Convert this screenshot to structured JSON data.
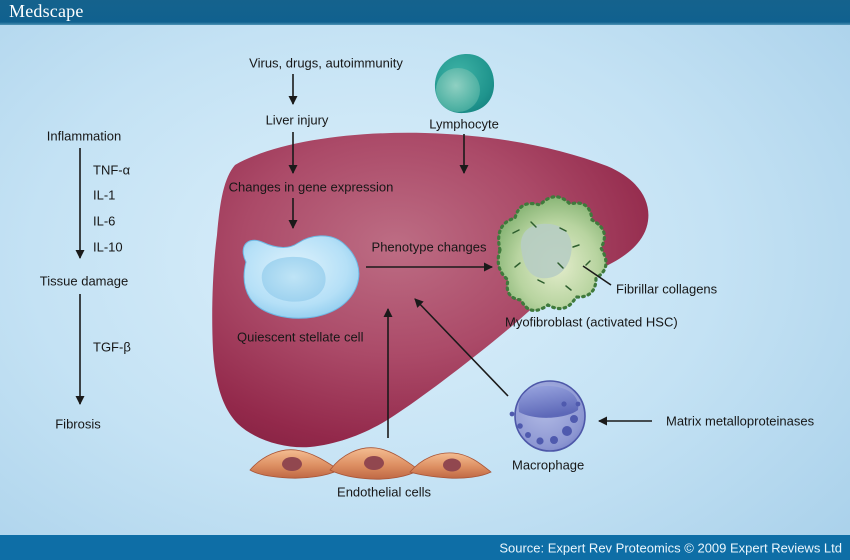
{
  "header": {
    "logo": "Medscape"
  },
  "footer": {
    "source": "Source: Expert Rev Proteomics © 2009 Expert Reviews Ltd"
  },
  "pathway": {
    "inflammation": "Inflammation",
    "mediators": [
      "TNF-α",
      "IL-1",
      "IL-6",
      "IL-10"
    ],
    "tissue_damage": "Tissue damage",
    "tgf_beta": "TGF-β",
    "fibrosis": "Fibrosis"
  },
  "diagram": {
    "trigger": "Virus, drugs, autoimmunity",
    "liver_injury": "Liver injury",
    "gene_expression": "Changes in gene expression",
    "lymphocyte": "Lymphocyte",
    "phenotype_changes": "Phenotype changes",
    "fibrillar_collagens": "Fibrillar collagens",
    "myofibroblast": "Myofibroblast (activated HSC)",
    "quiescent_stellate_cell": "Quiescent stellate cell",
    "macrophage": "Macrophage",
    "matrix_metalloproteinases": "Matrix metalloproteinases",
    "endothelial_cells": "Endothelial cells"
  },
  "colors": {
    "header_bg": "#10618f",
    "footer_bg": "#0e6ea6",
    "background_light": "#dcf0fb",
    "background_dark": "#96c4e3",
    "liver": "#a13c5a",
    "lymphocyte": "#1f948d",
    "stellate_cell": "#9bd4f2",
    "myofibroblast": "#7cb06a",
    "macrophage": "#8d97d2",
    "endothelial": "#d98a5f",
    "arrow": "#1a1a1a",
    "label_text": "#171717"
  }
}
